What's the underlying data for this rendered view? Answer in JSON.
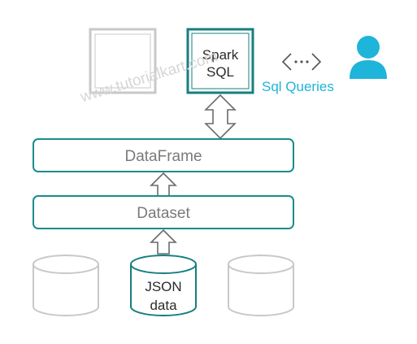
{
  "colors": {
    "teal": "#1a8c8c",
    "teal_dark": "#167f7f",
    "cyan": "#1fb4d9",
    "gray": "#c8c8c8",
    "gray_text": "#7a7a7a",
    "dark_text": "#2b2b2b",
    "watermark": "#d9d9d9"
  },
  "spark_sql": {
    "line1": "Spark",
    "line2": "SQL"
  },
  "sql_queries_label": "Sql Queries",
  "dataframe_label": "DataFrame",
  "dataset_label": "Dataset",
  "json_data": {
    "line1": "JSON",
    "line2": "data"
  },
  "watermark": "www.tutorialkart.com",
  "icons": {
    "api": "api-link-icon",
    "user": "user-icon"
  }
}
